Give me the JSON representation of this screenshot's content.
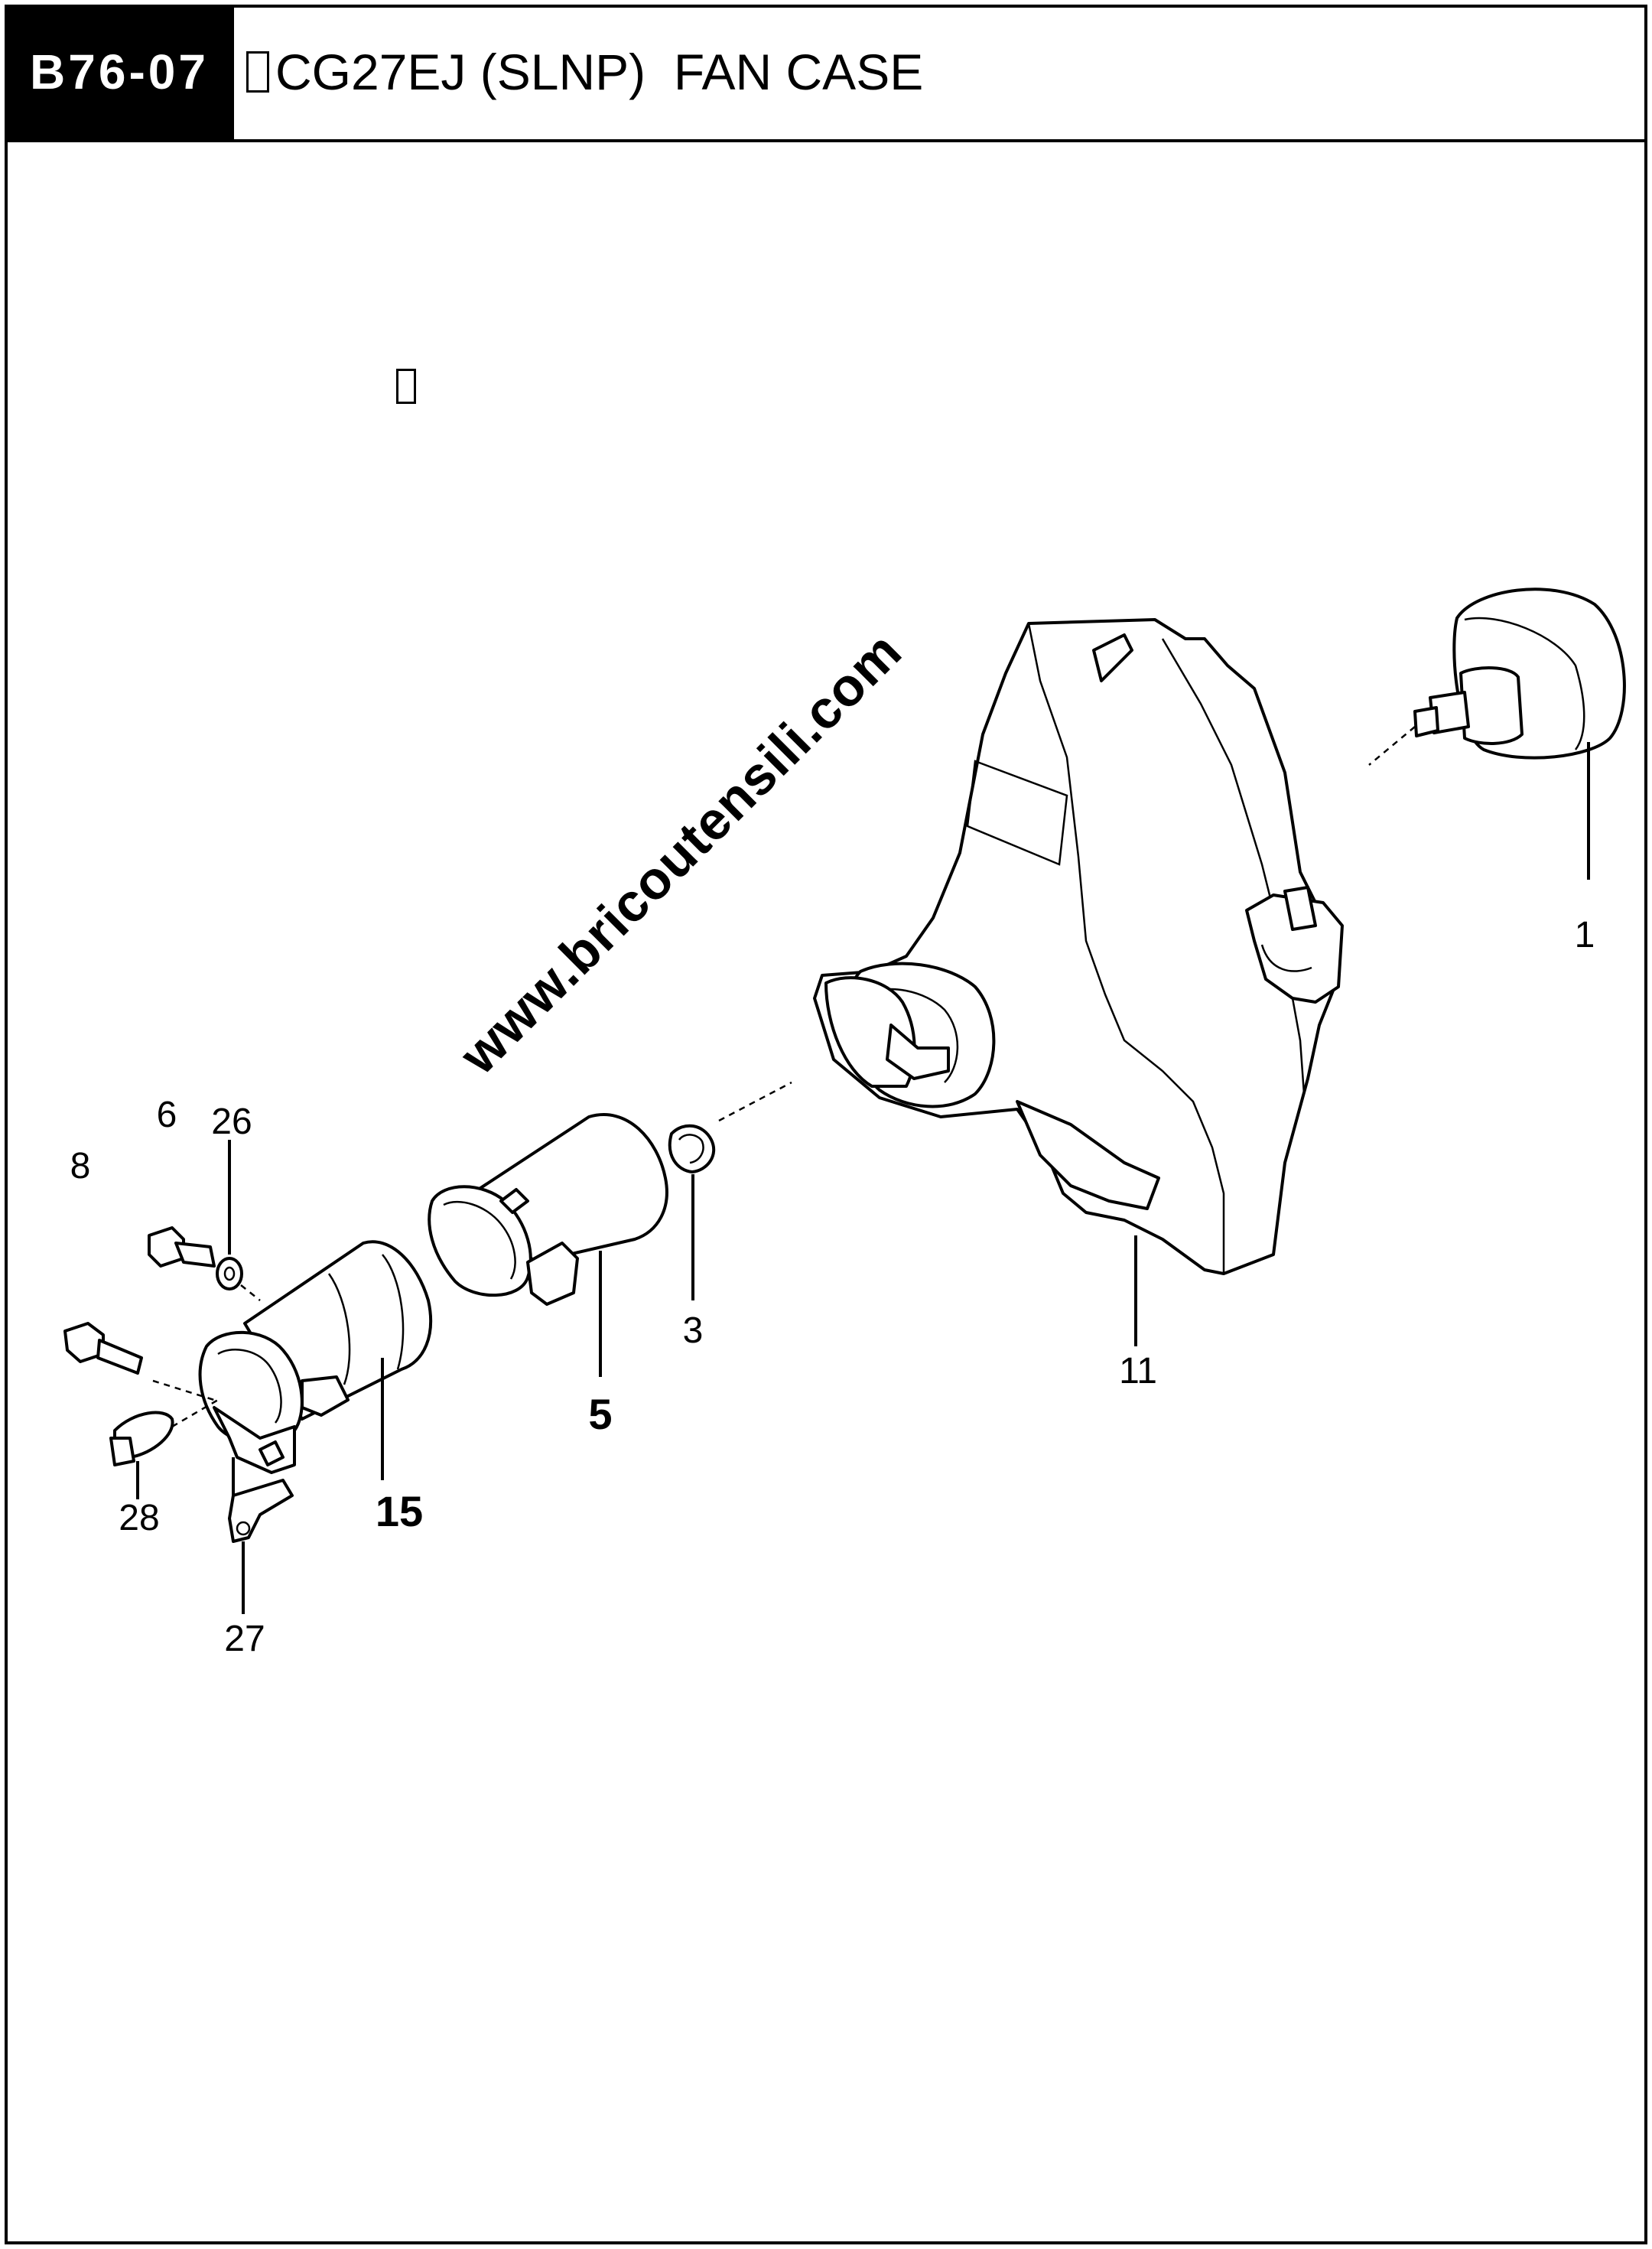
{
  "header": {
    "code": "B76-07",
    "title": "CG27EJ (SLNP)  FAN CASE"
  },
  "watermark": "www.bricoutensili.com",
  "callouts": {
    "p1": "1",
    "p3": "3",
    "p5": "5",
    "p6": "6",
    "p8": "8",
    "p11": "11",
    "p15": "15",
    "p26": "26",
    "p27": "27",
    "p28": "28"
  },
  "parts": [
    {
      "ref": "1",
      "icon": "clutch-drum-icon"
    },
    {
      "ref": "3",
      "icon": "snap-ring-icon"
    },
    {
      "ref": "5",
      "icon": "clamp-sleeve-icon"
    },
    {
      "ref": "6",
      "icon": "bolt-icon"
    },
    {
      "ref": "8",
      "icon": "bolt-icon"
    },
    {
      "ref": "11",
      "icon": "fan-case-icon"
    },
    {
      "ref": "15",
      "icon": "shaft-holder-icon"
    },
    {
      "ref": "26",
      "icon": "washer-icon"
    },
    {
      "ref": "27",
      "icon": "plate-icon"
    },
    {
      "ref": "28",
      "icon": "knob-icon"
    }
  ]
}
